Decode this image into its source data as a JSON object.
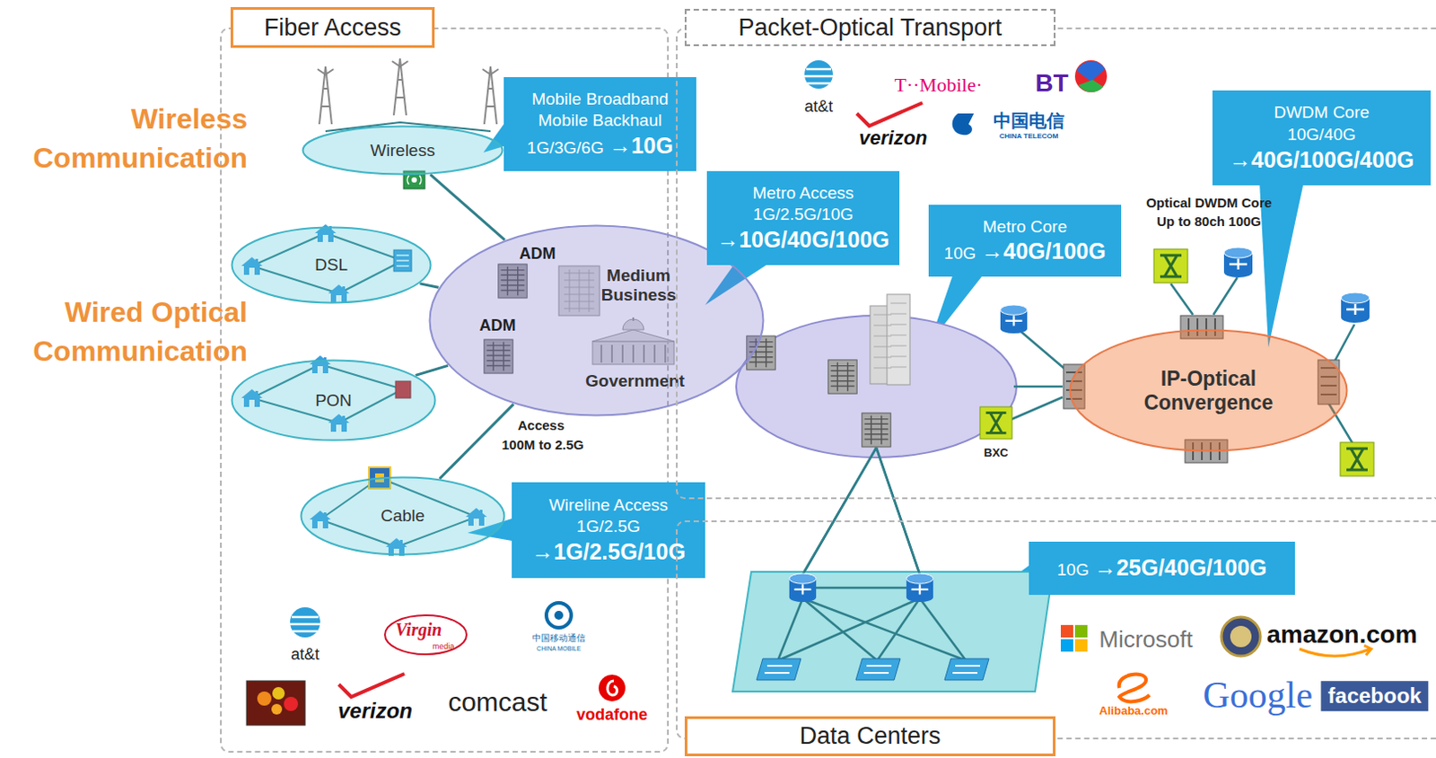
{
  "diagram": {
    "nodes": [
      {
        "text": [
          "Fiber Access"
        ]
      },
      {
        "text": [
          "Wireless"
        ],
        "in": 0
      },
      {
        "text": [
          "Mobile Broadband Mobile Backhaul",
          "1G/3G/6G",
          "→10G"
        ],
        "in": 0
      },
      {
        "text": [
          "DSL"
        ],
        "in": 0
      },
      {
        "text": [
          "PON"
        ],
        "in": 0
      },
      {
        "text": [
          "Cable"
        ],
        "in": 0
      },
      {
        "text": [
          "Wireline Access",
          "1G/2.5G",
          "→1G/2.5G/10G"
        ],
        "in": 0
      },
      {
        "text": [
          "Medium Business",
          "Government"
        ]
      },
      {
        "text": [
          "Packet-Optical Transport"
        ]
      },
      {
        "text": [
          "Metro Access",
          "1G/2.5G/10G",
          "→10G/40G/100G"
        ],
        "in": 8
      },
      {
        "text": [
          "Metro Core",
          "10G",
          "→40G/100G"
        ],
        "in": 8
      },
      {
        "text": [
          "DWDM Core",
          "10G/40G",
          "→40G/100G/400G"
        ],
        "in": 8
      },
      {
        "text": [
          "IP-Optical Convergence"
        ],
        "in": 8
      },
      {
        "text": [
          "Data Centers"
        ]
      },
      {
        "text": [
          "10G",
          "→25G/40G/100G"
        ],
        "in": 13
      }
    ],
    "edges": [
      {
        "from": 1,
        "to": 7,
        "arrow": "none"
      },
      {
        "from": 3,
        "to": 7,
        "arrow": "none"
      },
      {
        "from": 4,
        "to": 7,
        "arrow": "none"
      },
      {
        "from": 5,
        "to": 7,
        "arrow": "none"
      }
    ],
    "labels": [
      "Wireless Communication",
      "Wired Optical Communication",
      "ADM",
      "ADM",
      "Access",
      "100M to 2.5G",
      "Optical DWDM Core",
      "Up to 80ch 100G",
      "BXC",
      "at&t",
      "T··Mobile·",
      "BT",
      "verizon",
      "中国电信",
      "CHINA TELECOM",
      "at&t",
      "Virgin",
      "media",
      "中国移动通信",
      "CHINA MOBILE",
      "verizon",
      "comcast",
      "vodafone",
      "Microsoft",
      "amazon.com",
      "Alibaba.com",
      "Google",
      "facebook"
    ]
  }
}
